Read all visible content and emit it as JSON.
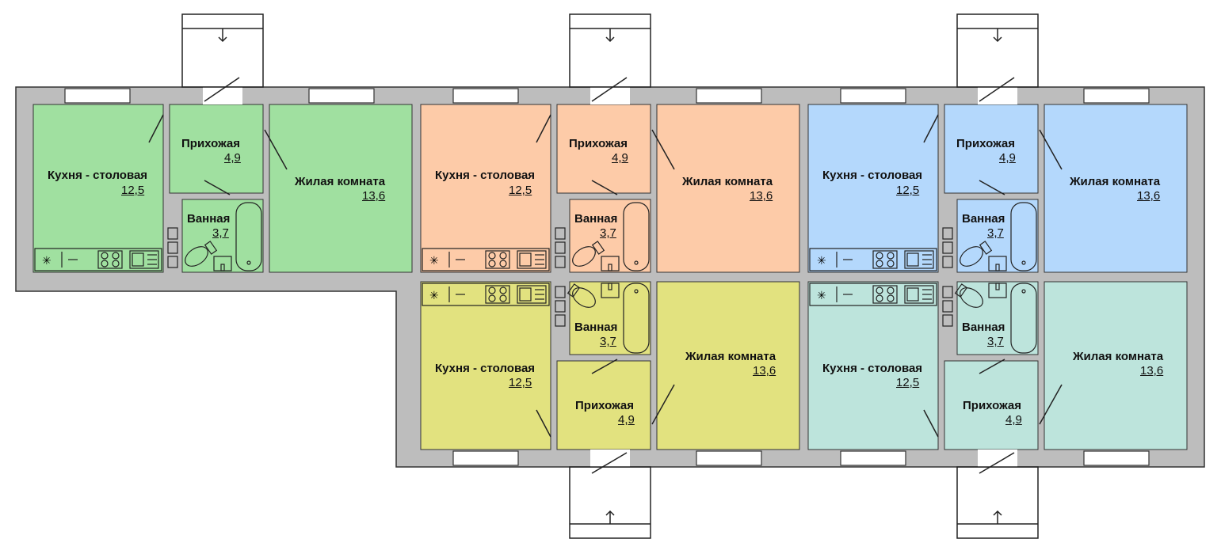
{
  "colors": {
    "green": "#a0e0a0",
    "peach": "#fdcba8",
    "blue": "#b4d8fc",
    "yellow": "#e2e27f",
    "mint": "#bde4dc",
    "wall": "#bdbdbd"
  },
  "apartments": [
    {
      "id": "apt-1",
      "color": "green",
      "kitchen": {
        "label": "Кухня - столовая",
        "area": "12,5"
      },
      "hall": {
        "label": "Прихожая",
        "area": "4,9"
      },
      "bath": {
        "label": "Ванная",
        "area": "3,7"
      },
      "living": {
        "label": "Жилая комната",
        "area": "13,6"
      }
    },
    {
      "id": "apt-2",
      "color": "peach",
      "kitchen": {
        "label": "Кухня - столовая",
        "area": "12,5"
      },
      "hall": {
        "label": "Прихожая",
        "area": "4,9"
      },
      "bath": {
        "label": "Ванная",
        "area": "3,7"
      },
      "living": {
        "label": "Жилая комната",
        "area": "13,6"
      }
    },
    {
      "id": "apt-3",
      "color": "blue",
      "kitchen": {
        "label": "Кухня - столовая",
        "area": "12,5"
      },
      "hall": {
        "label": "Прихожая",
        "area": "4,9"
      },
      "bath": {
        "label": "Ванная",
        "area": "3,7"
      },
      "living": {
        "label": "Жилая комната",
        "area": "13,6"
      }
    },
    {
      "id": "apt-4",
      "color": "yellow",
      "kitchen": {
        "label": "Кухня - столовая",
        "area": "12,5"
      },
      "hall": {
        "label": "Прихожая",
        "area": "4,9"
      },
      "bath": {
        "label": "Ванная",
        "area": "3,7"
      },
      "living": {
        "label": "Жилая комната",
        "area": "13,6"
      }
    },
    {
      "id": "apt-5",
      "color": "mint",
      "kitchen": {
        "label": "Кухня - столовая",
        "area": "12,5"
      },
      "hall": {
        "label": "Прихожая",
        "area": "4,9"
      },
      "bath": {
        "label": "Ванная",
        "area": "3,7"
      },
      "living": {
        "label": "Жилая комната",
        "area": "13,6"
      }
    }
  ]
}
